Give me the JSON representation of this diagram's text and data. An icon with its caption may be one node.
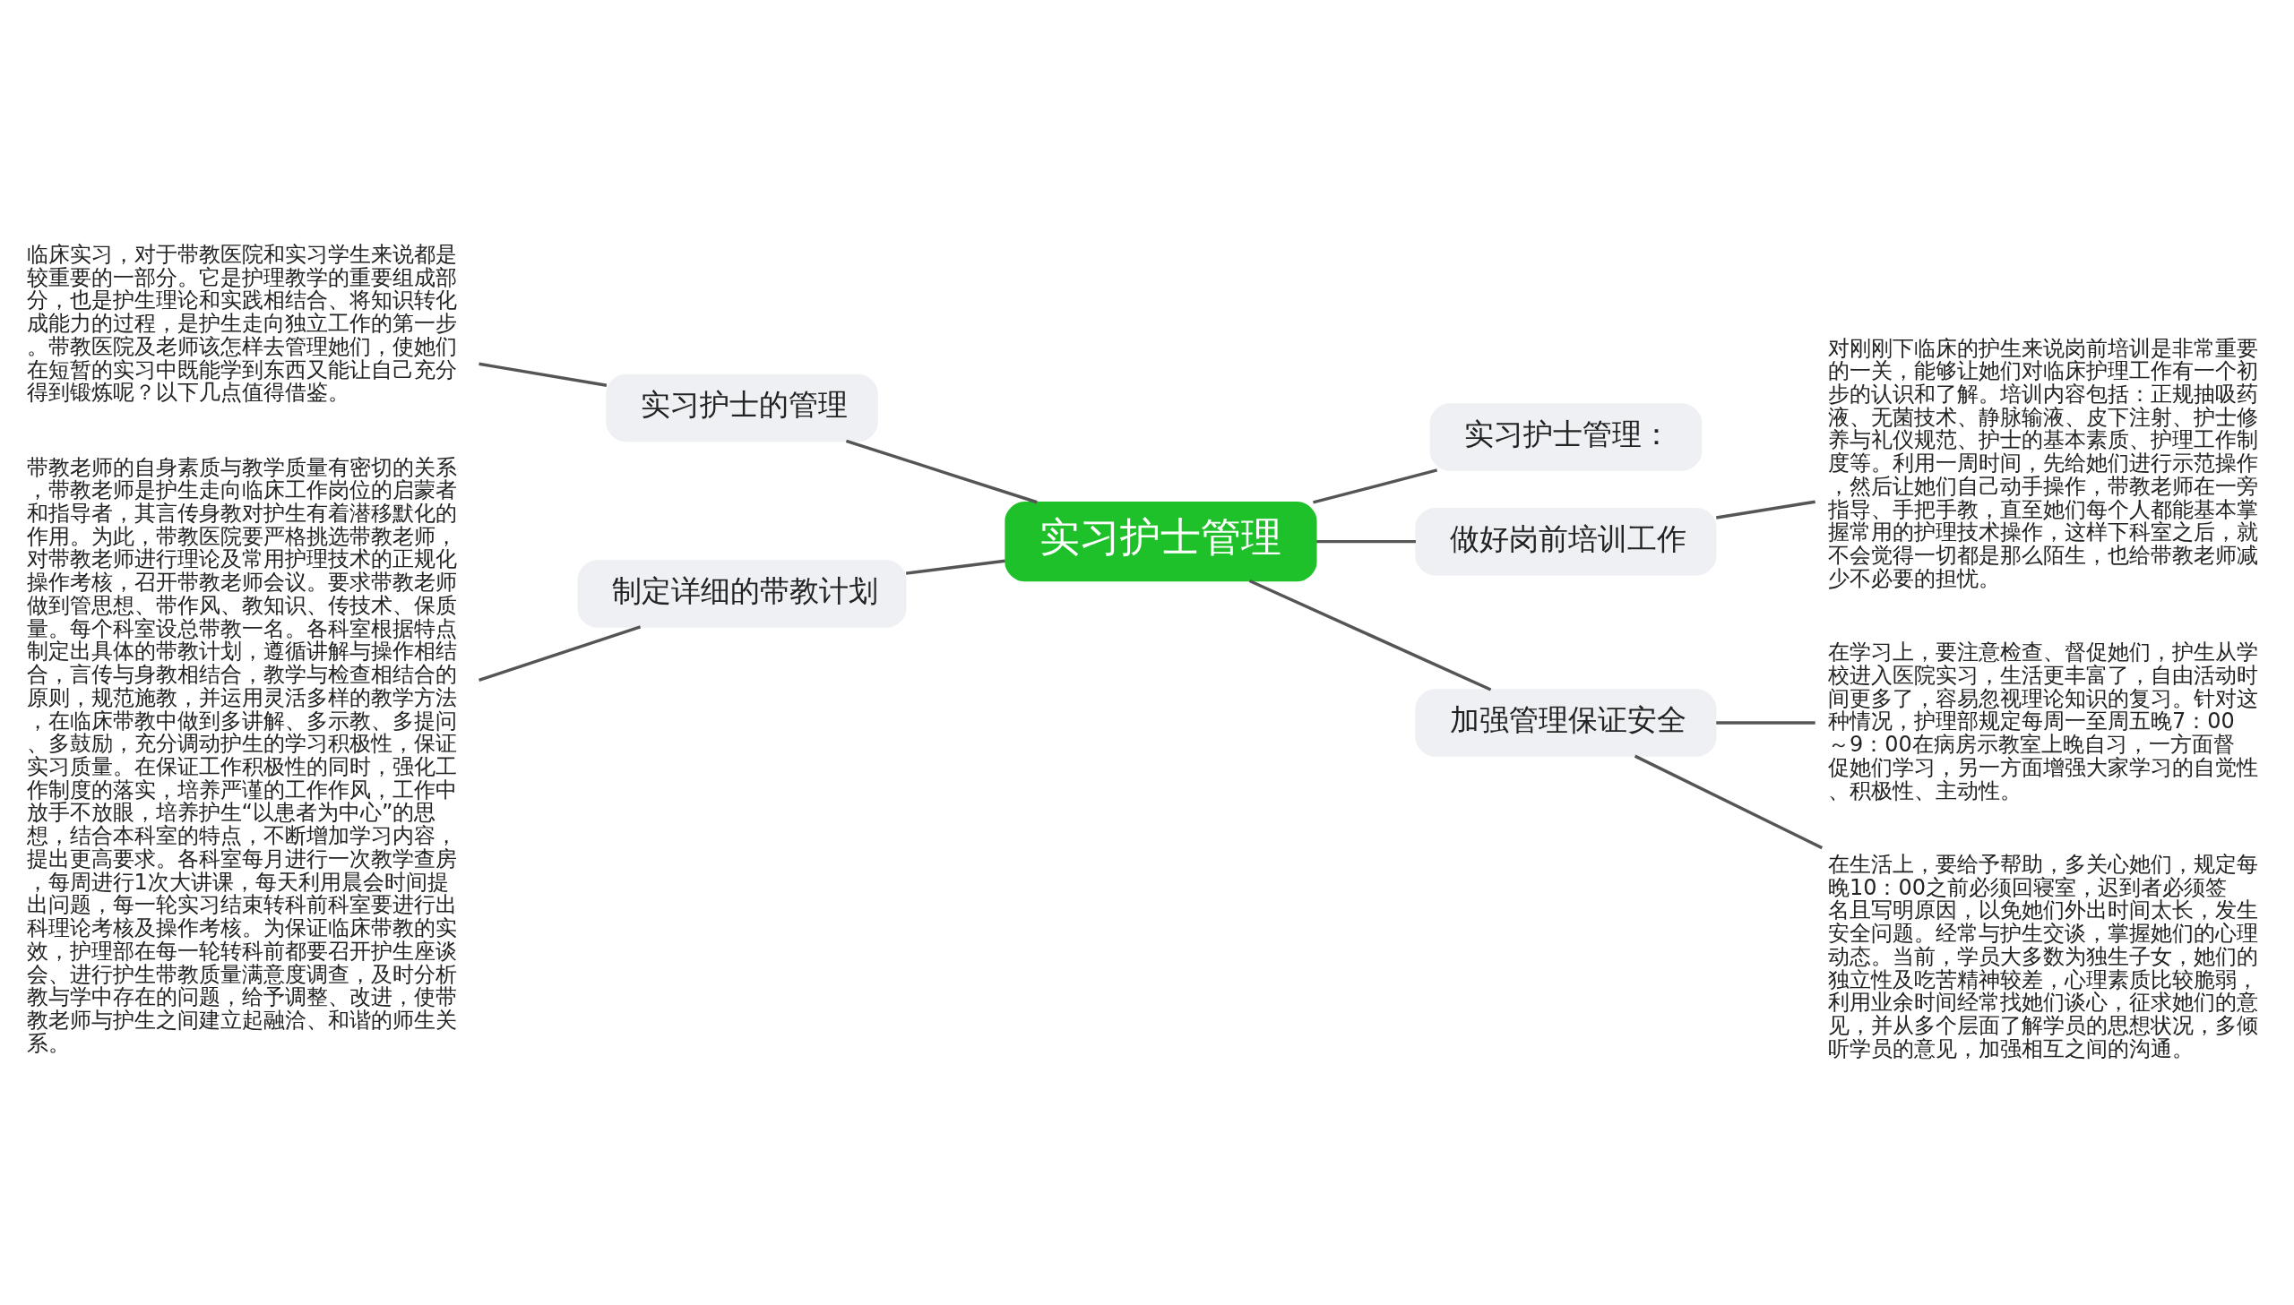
{
  "diagram": {
    "nodes": [
      {
        "text": [
          "实习护士管理"
        ]
      },
      {
        "text": [
          "实习护士管理："
        ]
      },
      {
        "text": [
          "实习护士的管理"
        ]
      },
      {
        "text": [
          "临床实习，对于带教医院和实习学生来说都是较重要的一部分。它是护理教学的重要组成部分，也是护生理论和实践相结合、将知识转化成能力的过程，是护生走向独立工作的第一步。带教医院及老师该怎样去管理她们，使她们在短暂的实习中既能学到东西又能让自己充分得到锻炼呢？以下几点值得借鉴。"
        ]
      },
      {
        "text": [
          "做好岗前培训工作"
        ]
      },
      {
        "text": [
          "对刚刚下临床的护生来说岗前培训是非常重要的一关，能够让她们对临床护理工作有一个初步的认识和了解。培训内容包括：正规抽吸药液、无菌技术、静脉输液、皮下注射、护士修养与礼仪规范、护士的基本素质、护理工作制度等。利用一周时间，先给她们进行示范操作，然后让她们自己动手操作，带教老师在一旁指导、手把手教，直至她们每个人都能基本掌握常用的护理技术操作，这样下科室之后，就不会觉得一切都是那么陌生，也给带教老师减少不必要的担忧。"
        ]
      },
      {
        "text": [
          "制定详细的带教计划"
        ]
      },
      {
        "text": [
          "带教老师的自身素质与教学质量有密切的关系，带教老师是护生走向临床工作岗位的启蒙者和指导者，其言传身教对护生有着潜移默化的作用。为此，带教医院要严格挑选带教老师，对带教老师进行理论及常用护理技术的正规化操作考核，召开带教老师会议。要求带教老师做到管思想、带作风、教知识、传技术、保质量。每个科室设总带教一名。各科室根据特点制定出具体的带教计划，遵循讲解与操作相结合，言传与身教相结合，教学与检查相结合的原则，规范施教，并运用灵活多样的教学方法，在临床带教中做到多讲解、多示教、多提问、多鼓励，充分调动护生的学习积极性，保证实习质量。在保证工作积极性的同时，强化工作制度的落实，培养严谨的工作作风，工作中放手不放眼，培养护生“以患者为中心”的思想，结合本科室的特点，不断增加学习内容，提出更高要求。各科室每月进行一次教学查房，每周进行1次大讲课，每天利用晨会时间提出问题，每一轮实习结束转科前科室要进行出科理论考核及操作考核。为保证临床带教的实效，护理部在每一轮转科前都要召开护生座谈会、进行护生带教质量满意度调查，及时分析教与学中存在的问题，给予调整、改进，使带教老师与护生之间建立起融洽、和谐的师生关系。"
        ]
      },
      {
        "text": [
          "加强管理保证安全"
        ]
      },
      {
        "text": [
          "在学习上，要注意检查、督促她们，护生从学校进入医院实习，生活更丰富了，自由活动时间更多了，容易忽视理论知识的复习。针对这种情况，护理部规定每周一至周五晚7：00～9：00在病房示教室上晚自习，一方面督促她们学习，另一方面增强大家学习的自觉性、积极性、主动性。"
        ]
      },
      {
        "text": [
          "在生活上，要给予帮助，多关心她们，规定每晚10：00之前必须回寝室，迟到者必须签名且写明原因，以免她们外出时间太长，发生安全问题。经常与护生交谈，掌握她们的心理动态。当前，学员大多数为独生子女，她们的独立性及吃苦精神较差，心理素质比较脆弱，利用业余时间经常找她们谈心，征求她们的意见，并从多个层面了解学员的思想状况，多倾听学员的意见，加强相互之间的沟通。"
        ]
      }
    ],
    "edges": [
      {
        "from": 0,
        "to": 1,
        "arrow": "none"
      },
      {
        "from": 0,
        "to": 2,
        "arrow": "none"
      },
      {
        "from": 2,
        "to": 3,
        "arrow": "none"
      },
      {
        "from": 0,
        "to": 4,
        "arrow": "none"
      },
      {
        "from": 4,
        "to": 5,
        "arrow": "none"
      },
      {
        "from": 0,
        "to": 6,
        "arrow": "none"
      },
      {
        "from": 6,
        "to": 7,
        "arrow": "none"
      },
      {
        "from": 0,
        "to": 8,
        "arrow": "none"
      },
      {
        "from": 8,
        "to": 9,
        "arrow": "none"
      },
      {
        "from": 8,
        "to": 10,
        "arrow": "none"
      }
    ]
  }
}
